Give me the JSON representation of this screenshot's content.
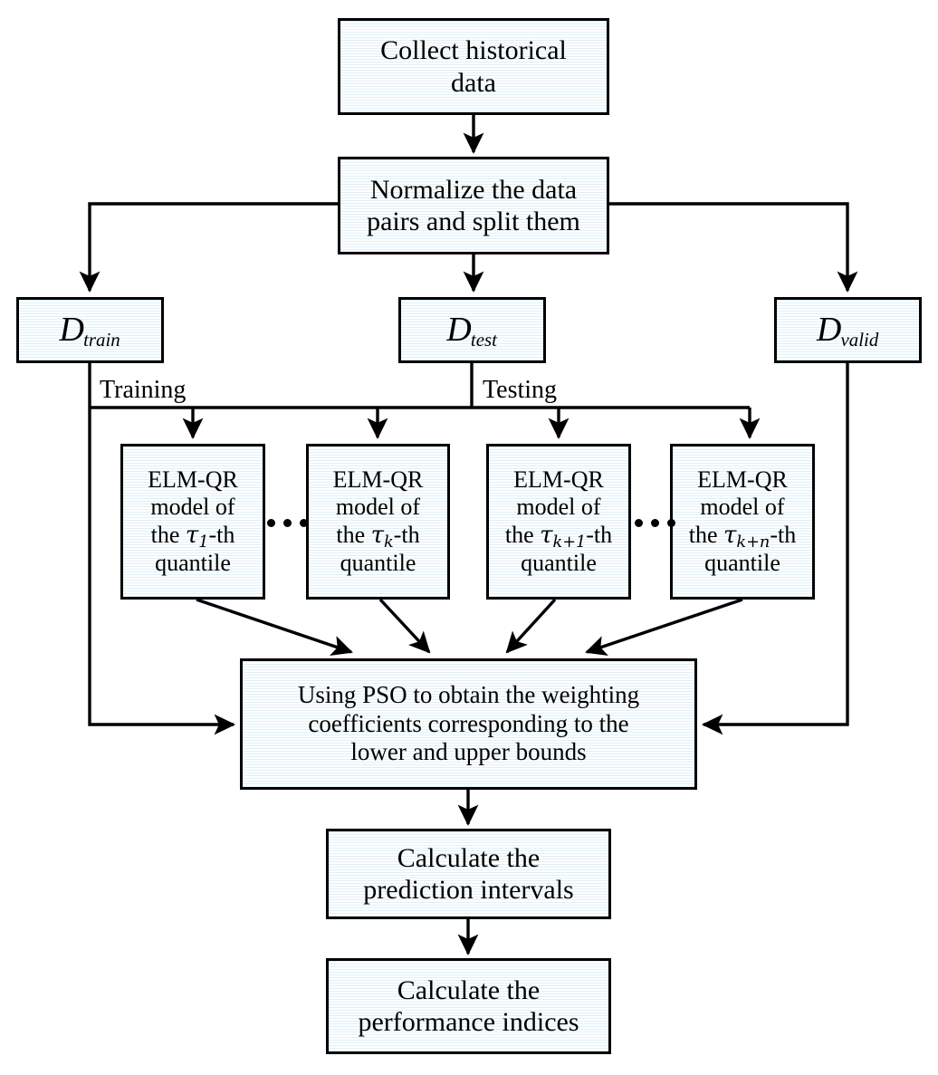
{
  "diagram": {
    "title": "ELM-QR PSO prediction interval flowchart",
    "colors": {
      "box_fill": "#eef7fb",
      "box_stripe": "#dff0f8",
      "border": "#000000",
      "text": "#000000",
      "background": "#ffffff"
    },
    "nodes": {
      "collect": {
        "line1": "Collect historical",
        "line2": "data"
      },
      "normalize": {
        "line1": "Normalize the data",
        "line2": "pairs and split them"
      },
      "d_train": {
        "symbol": "D",
        "subscript": "train"
      },
      "d_test": {
        "symbol": "D",
        "subscript": "test"
      },
      "d_valid": {
        "symbol": "D",
        "subscript": "valid"
      },
      "elm_1": {
        "line1": "ELM-QR",
        "line2": "model of",
        "line3_pre": "the ",
        "tau": "τ",
        "tau_sub": "1",
        "line3_post": "-th",
        "line4": "quantile"
      },
      "elm_k": {
        "line1": "ELM-QR",
        "line2": "model of",
        "line3_pre": "the ",
        "tau": "τ",
        "tau_sub": "k",
        "line3_post": "-th",
        "line4": "quantile"
      },
      "elm_k1": {
        "line1": "ELM-QR",
        "line2": "model of",
        "line3_pre": "the ",
        "tau": "τ",
        "tau_sub": "k+1",
        "line3_post": "-th",
        "line4": "quantile"
      },
      "elm_kn": {
        "line1": "ELM-QR",
        "line2": "model of",
        "line3_pre": "the ",
        "tau": "τ",
        "tau_sub": "k+n",
        "line3_post": "-th",
        "line4": "quantile"
      },
      "pso": {
        "line1": "Using PSO to obtain the weighting",
        "line2": "coefficients corresponding to the",
        "line3": "lower and upper bounds"
      },
      "intervals": {
        "line1": "Calculate the",
        "line2": "prediction intervals"
      },
      "indices": {
        "line1": "Calculate the",
        "line2": "performance indices"
      }
    },
    "edge_labels": {
      "training": "Training",
      "testing": "Testing"
    },
    "ellipsis": "• • •"
  }
}
